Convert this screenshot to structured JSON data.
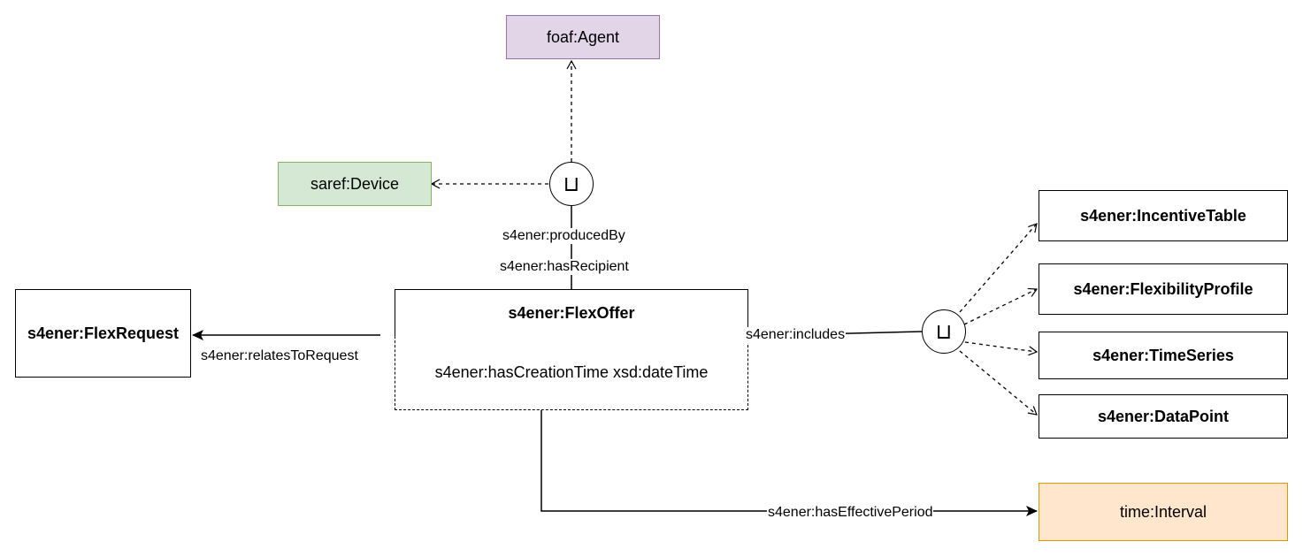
{
  "nodes": {
    "agent": "foaf:Agent",
    "device": "saref:Device",
    "flex_request": "s4ener:FlexRequest",
    "flex_offer": "s4ener:FlexOffer",
    "flex_offer_attribute": "s4ener:hasCreationTime xsd:dateTime",
    "incentive_table": "s4ener:IncentiveTable",
    "flexibility_profile": "s4ener:FlexibilityProfile",
    "time_series": "s4ener:TimeSeries",
    "data_point": "s4ener:DataPoint",
    "interval": "time:Interval"
  },
  "union_symbol": "⊔",
  "edges": {
    "produced_by": "s4ener:producedBy",
    "has_recipient": "s4ener:hasRecipient",
    "relates_to_request": "s4ener:relatesToRequest",
    "includes": "s4ener:includes",
    "has_effective_period": "s4ener:hasEffectivePeriod"
  },
  "colors": {
    "agent_fill": "#e1d5e7",
    "device_fill": "#d5e8d4",
    "interval_fill": "#ffe6cc"
  }
}
